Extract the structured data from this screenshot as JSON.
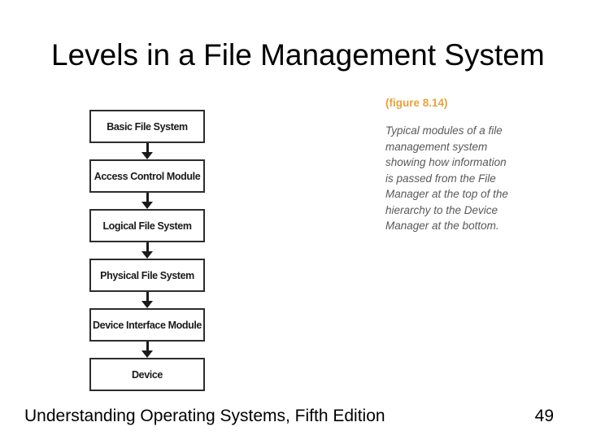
{
  "slide": {
    "title": "Levels in a File Management System",
    "footer": {
      "left": "Understanding Operating Systems, Fifth Edition",
      "page": "49"
    }
  },
  "flowchart": {
    "direction": "top-to-bottom",
    "connector_icon": "down-arrow-icon",
    "boxes": [
      "Basic File System",
      "Access Control Module",
      "Logical File System",
      "Physical File System",
      "Device Interface Module",
      "Device"
    ]
  },
  "caption": {
    "heading": "(figure 8.14)",
    "body": "Typical modules of a file\nmanagement system\nshowing how information\nis passed from the File\nManager at the top of the\nhierarchy to the Device\nManager at the bottom.",
    "heading_color": "#E9A23B",
    "body_color": "#58595B"
  }
}
